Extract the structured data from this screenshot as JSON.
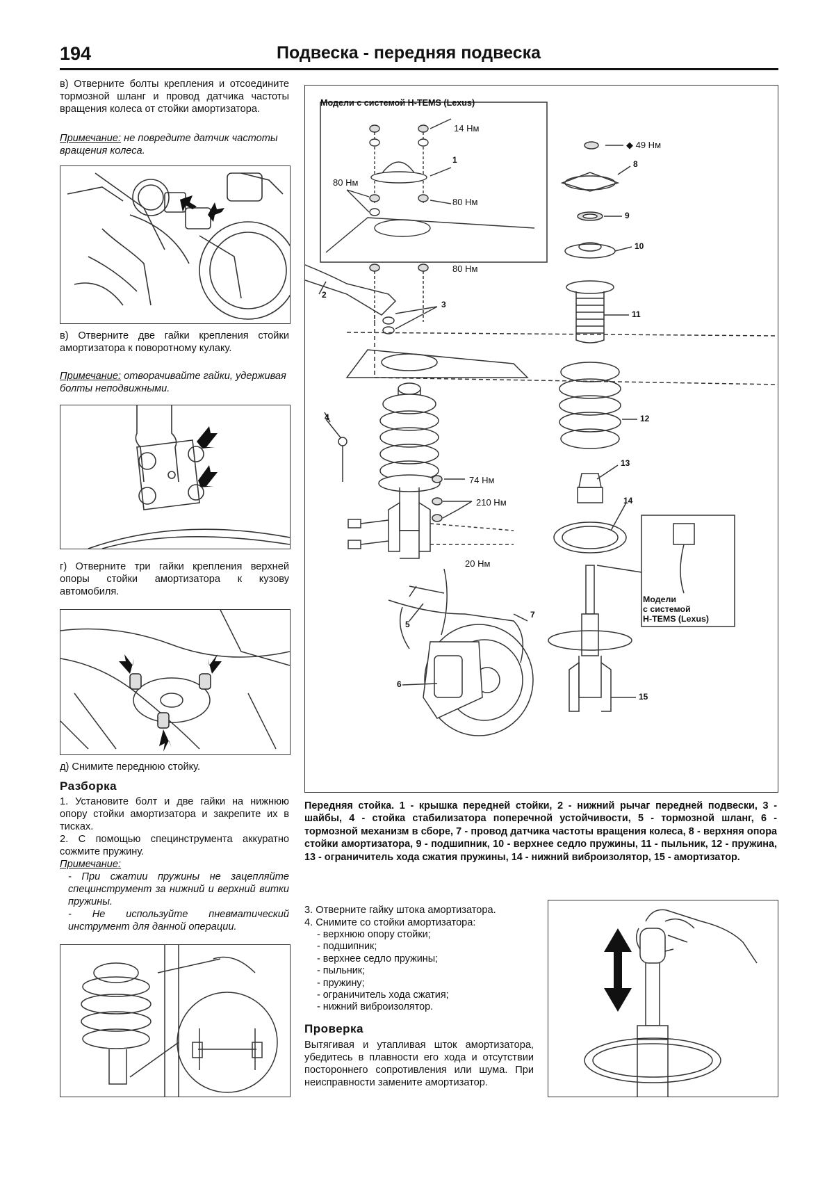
{
  "header": {
    "page_number": "194",
    "title": "Подвеска - передняя подвеска"
  },
  "left": {
    "step_v1": "в) Отверните болты крепления и отсоедините тормозной шланг и провод датчика частоты вращения колеса от стойки амортизатора.",
    "note1_label": "Примечание:",
    "note1_text": " не повредите датчик частоты вращения колеса.",
    "step_v2": "в) Отверните две гайки крепления стойки амортизатора к поворотному кулаку.",
    "note2_label": "Примечание:",
    "note2_text": " отворачивайте гайки, удерживая болты неподвижными.",
    "step_g": "г) Отверните три гайки крепления верхней опоры стойки амортизатора к кузову автомобиля.",
    "step_d": "д) Снимите переднюю стойку.",
    "section_title": "Разборка",
    "item1": "1. Установите болт и две гайки на нижнюю опору стойки амортизатора и закрепите их в тисках.",
    "item2": "2. С помощью специнструмента аккуратно сожмите пружину.",
    "note3_label": "Примечание:",
    "note3_line1": "- При сжатии пружины не зацепляйте специнструмент за нижний и верхний витки пружины.",
    "note3_line2": "- Не используйте пневматический инструмент для данной операции."
  },
  "diagram": {
    "inset_title": "Модели с системой H-TEMS (Lexus)",
    "torque_14": "14 Нм",
    "torque_80a": "80 Нм",
    "torque_80b": "80 Нм",
    "torque_80c": "80 Нм",
    "torque_49": "◆ 49 Нм",
    "torque_74": "74 Нм",
    "torque_210": "210 Нм",
    "torque_20": "20 Нм",
    "inset2_line1": "Модели",
    "inset2_line2": "с системой",
    "inset2_line3": "H-TEMS (Lexus)",
    "labels": [
      "1",
      "2",
      "3",
      "4",
      "5",
      "6",
      "7",
      "8",
      "9",
      "10",
      "11",
      "12",
      "13",
      "14",
      "15"
    ]
  },
  "caption": "Передняя стойка. 1 - крышка передней стойки, 2 - нижний рычаг передней подвески, 3 - шайбы, 4 - стойка стабилизатора поперечной устойчивости, 5 - тормозной шланг, 6 - тормозной механизм в сборе, 7 - провод датчика частоты вращения колеса, 8 - верхняя опора стойки амортизатора, 9 - подшипник, 10 - верхнее седло пружины, 11 - пыльник, 12 - пружина, 13 - ограничитель хода сжатия пружины, 14 - нижний виброизолятор, 15 - амортизатор.",
  "right": {
    "item3": "3. Отверните гайку штока амортизатора.",
    "item4": "4. Снимите со стойки амортизатора:",
    "parts": [
      "- верхнюю опору стойки;",
      "- подшипник;",
      "- верхнее седло пружины;",
      "- пыльник;",
      "- пружину;",
      "- ограничитель хода сжатия;",
      "- нижний виброизолятор."
    ],
    "section_title": "Проверка",
    "check_text": "Вытягивая и утапливая шток амортизатора, убедитесь в плавности его хода и отсутствии постороннего сопротивления или шума. При неисправности замените амортизатор."
  }
}
